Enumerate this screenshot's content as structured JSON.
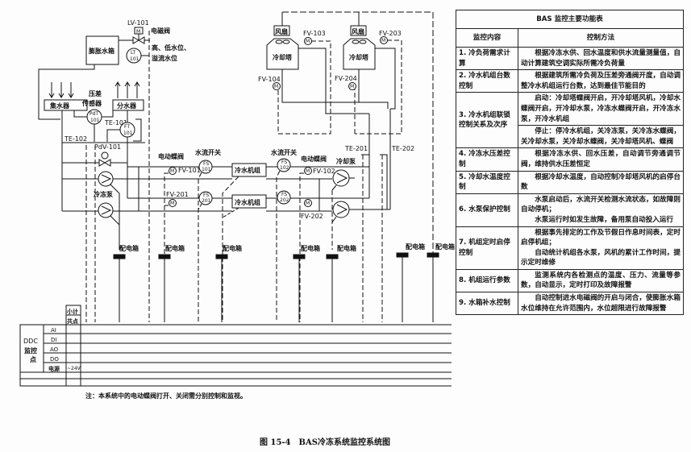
{
  "diagram": {
    "lv101": "LV-101",
    "solenoid_valve": "电磁阀",
    "level_1": "高、低水位、",
    "level_2": "溢流水位",
    "expansion_tank": "膨胀水箱",
    "lt_top": "LT",
    "lt_num": "101",
    "collector": "集水器",
    "distributor": "分水器",
    "dp_sensor_1": "压差",
    "dp_sensor_2": "传感器",
    "pdt_top": "PdT",
    "pdt_num": "101",
    "te101": "TE-101",
    "ft_top": "FT",
    "ft_num": "101",
    "te102": "TE-102",
    "pdv101": "PdV-101",
    "chilled_pump": "冷冻泵",
    "motor_valve": "电动蝶阀",
    "flow_switch": "水流开关",
    "fv101": "FV-101",
    "fv201": "FV-201",
    "fv102": "FV-102",
    "fv202": "FV-202",
    "fs": "FS",
    "fs101": "101",
    "fs201": "201",
    "fs102": "102",
    "fs202": "202",
    "chiller": "冷水机组",
    "cooling_pump": "冷却泵",
    "te201": "TE-201",
    "te202": "TE-202",
    "fan": "风扇",
    "cooling_tower": "冷却塔",
    "fv103": "FV-103",
    "fv104": "FV-104",
    "fv203": "FV-203",
    "fv204": "FV-204",
    "motor": "M",
    "distribution_box": "配电箱"
  },
  "ddc": {
    "subtotal": "小计",
    "common": "共点",
    "title_1": "DDC",
    "title_2": "监控",
    "title_3": "点",
    "rows": [
      "AI",
      "DI",
      "AO",
      "DO",
      "电源"
    ],
    "power_value": "~24V"
  },
  "note": "注：本系统中的电动蝶阀打开、关闭需分别控制和监视。",
  "caption": "图 15-4　BAS冷冻系统监控系统图",
  "table": {
    "title": "BAS 监控主要功能表",
    "col1": "监控内容",
    "col2": "控制方法",
    "rows": [
      {
        "item": "1. 冷负荷需求计算",
        "method": "根据冷冻水供、回水温度和供水流量测量值，自动计算建筑空调实际所需冷负荷量"
      },
      {
        "item": "2. 冷水机组台数控制",
        "method": "根据建筑所需冷负荷及压差旁通阀开度，自动调整冷水机组运行台数，达到最佳节能目的"
      },
      {
        "item": "3. 冷水机组联锁控制关系及次序",
        "method": "启动：冷却塔蝶阀开启，开冷却塔风机，冷却水蝶阀开启，开冷却水泵，冷冻水蝶阀开启，开冷冻水泵，开冷水机组",
        "method2": "停止：停冷水机组，关冷冻泵，关冷冻水蝶阀，关冷却水泵，关冷却水蝶阀，关冷却塔风机、蝶阀"
      },
      {
        "item": "4. 冷冻水压差控制",
        "method": "根据冷冻水供、回水压差，自动调节旁通调节阀，维持供水压差恒定"
      },
      {
        "item": "5. 冷却水温度控制",
        "method": "根据冷却水温度，自动控制冷却塔风机的启停台数"
      },
      {
        "item": "6. 水泵保护控制",
        "method": "水泵启动后，水流开关检测水流状态，如故障则自动停机；",
        "method2": "水泵运行时如发生故障，备用泵自动投入运行"
      },
      {
        "item": "7. 机组定时启停控制",
        "method": "根据事先排定的工作及节假日作息时间表，定时启停机组；",
        "method2": "自动统计机组各水泵，风机的累计工作时间，提示定时维修"
      },
      {
        "item": "8. 机组运行参数",
        "method": "监测系统内各检测点的温度、压力、流量等参数，自动显示，定时打印及故障报警"
      },
      {
        "item": "9. 水箱补水控制",
        "method": "自动控制进水电磁阀的开启与闭合，使膨胀水箱水位维持在允许范围内，水位超限进行故障报警"
      }
    ]
  }
}
